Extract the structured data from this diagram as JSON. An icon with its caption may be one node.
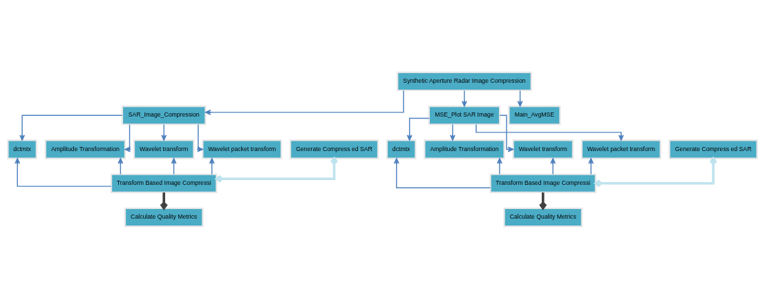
{
  "diagram": {
    "nodes": [
      {
        "text": [
          "Synthetic Aperture Radar Image Compression"
        ]
      },
      {
        "text": [
          "SAR_Image_Compression"
        ]
      },
      {
        "text": [
          "MSE_Plot SAR Image"
        ]
      },
      {
        "text": [
          "Main_AvgMSE"
        ]
      },
      {
        "text": [
          "dctmtx"
        ]
      },
      {
        "text": [
          "Amplitude Transformation"
        ]
      },
      {
        "text": [
          "Wavelet transform"
        ]
      },
      {
        "text": [
          "Wavelet packet transform"
        ]
      },
      {
        "text": [
          "dctmtx"
        ]
      },
      {
        "text": [
          "Amplitude Transformation"
        ]
      },
      {
        "text": [
          "Wavelet transform"
        ]
      },
      {
        "text": [
          "Wavelet packet transform"
        ]
      },
      {
        "text": [
          "Generate Compress ed SAR"
        ]
      },
      {
        "text": [
          "Transform Based Image Compressi"
        ]
      },
      {
        "text": [
          "Calculate Quality Metrics"
        ]
      },
      {
        "text": [
          "Generate Compress ed SAR"
        ]
      },
      {
        "text": [
          "Transform Based Image Compressi"
        ]
      },
      {
        "text": [
          "Calculate Quality Metrics"
        ]
      }
    ],
    "edges": [
      {
        "from": 0,
        "to": 1,
        "arrow": "to"
      },
      {
        "from": 0,
        "to": 2,
        "arrow": "to"
      },
      {
        "from": 0,
        "to": 3,
        "arrow": "to"
      },
      {
        "from": 1,
        "to": 4,
        "arrow": "to"
      },
      {
        "from": 1,
        "to": 5,
        "arrow": "to"
      },
      {
        "from": 1,
        "to": 6,
        "arrow": "to"
      },
      {
        "from": 1,
        "to": 7,
        "arrow": "to"
      },
      {
        "from": 2,
        "to": 8,
        "arrow": "to"
      },
      {
        "from": 2,
        "to": 9,
        "arrow": "to"
      },
      {
        "from": 2,
        "to": 10,
        "arrow": "to"
      },
      {
        "from": 2,
        "to": 11,
        "arrow": "to"
      },
      {
        "from": 13,
        "to": 4,
        "arrow": "to"
      },
      {
        "from": 13,
        "to": 5,
        "arrow": "to"
      },
      {
        "from": 13,
        "to": 6,
        "arrow": "to"
      },
      {
        "from": 13,
        "to": 7,
        "arrow": "to"
      },
      {
        "from": 12,
        "to": 13,
        "arrow": "both",
        "style": "thick",
        "color": "#bfe3ee"
      },
      {
        "from": 13,
        "to": 14,
        "arrow": "to",
        "style": "thick",
        "color": "#404040"
      },
      {
        "from": 16,
        "to": 8,
        "arrow": "to"
      },
      {
        "from": 16,
        "to": 9,
        "arrow": "to"
      },
      {
        "from": 16,
        "to": 10,
        "arrow": "to"
      },
      {
        "from": 16,
        "to": 11,
        "arrow": "to"
      },
      {
        "from": 15,
        "to": 16,
        "arrow": "both",
        "style": "thick",
        "color": "#bfe3ee"
      },
      {
        "from": 16,
        "to": 17,
        "arrow": "to",
        "style": "thick",
        "color": "#404040"
      }
    ]
  }
}
